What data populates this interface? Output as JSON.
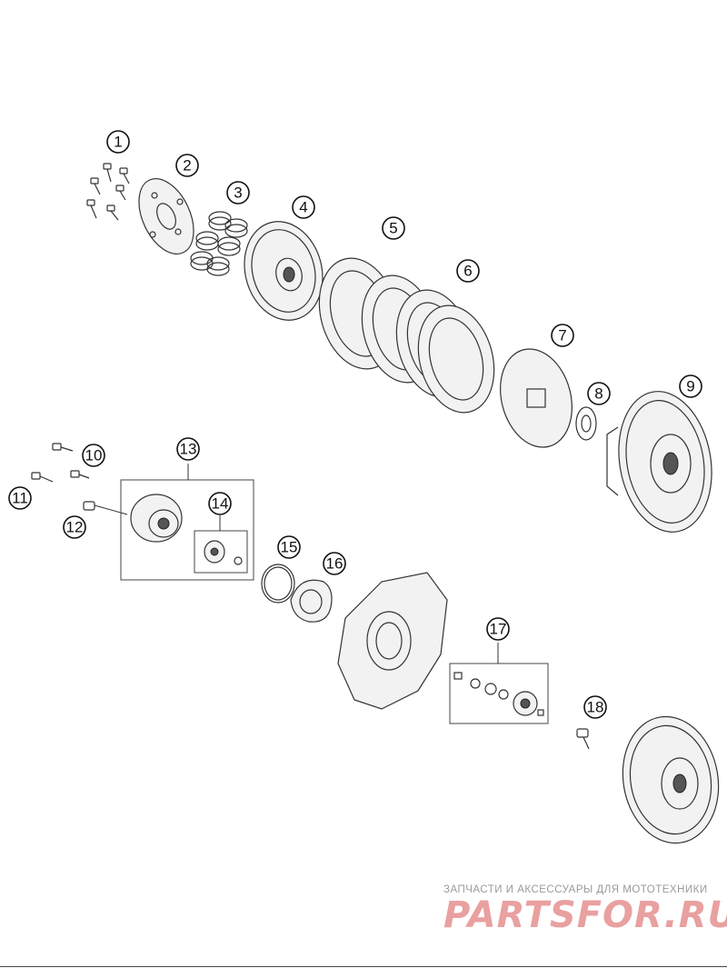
{
  "callouts": [
    {
      "id": "1",
      "label": "1"
    },
    {
      "id": "2",
      "label": "2"
    },
    {
      "id": "3",
      "label": "3"
    },
    {
      "id": "4",
      "label": "4"
    },
    {
      "id": "5",
      "label": "5"
    },
    {
      "id": "6",
      "label": "6"
    },
    {
      "id": "7",
      "label": "7"
    },
    {
      "id": "8",
      "label": "8"
    },
    {
      "id": "9",
      "label": "9"
    },
    {
      "id": "10",
      "label": "10"
    },
    {
      "id": "11",
      "label": "11"
    },
    {
      "id": "12",
      "label": "12"
    },
    {
      "id": "13",
      "label": "13"
    },
    {
      "id": "14",
      "label": "14"
    },
    {
      "id": "15",
      "label": "15"
    },
    {
      "id": "16",
      "label": "16"
    },
    {
      "id": "17",
      "label": "17"
    },
    {
      "id": "18",
      "label": "18"
    }
  ],
  "watermark": {
    "tagline": "ЗАПЧАСТИ И АКСЕССУАРЫ ДЛЯ МОТОТЕХНИКИ",
    "logo": "PARTSFOR.RU",
    "color": "#e9a0a0"
  }
}
